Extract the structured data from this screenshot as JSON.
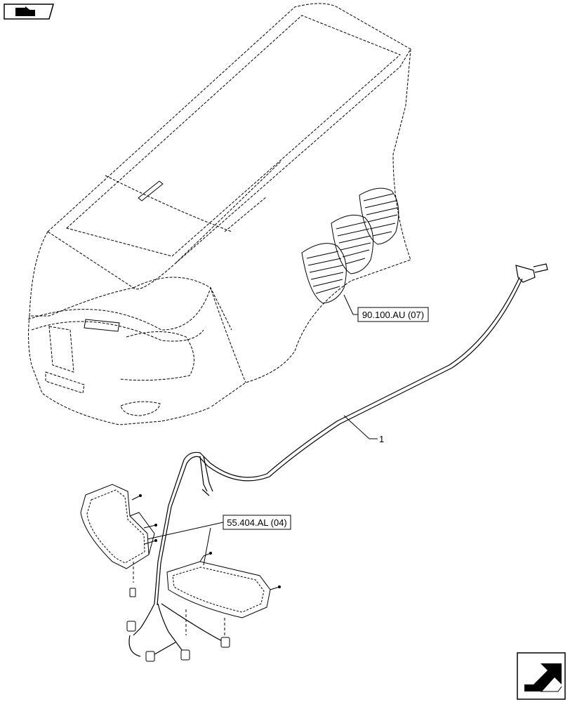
{
  "callouts": {
    "grille_ref": "90.100.AU (07)",
    "lamp_ref": "55.404.AL (04)",
    "harness_item": "1"
  },
  "icons": {
    "top_left": "previous-page-icon",
    "bottom_right": "next-page-icon"
  },
  "colors": {
    "line": "#000000",
    "background": "#ffffff"
  }
}
